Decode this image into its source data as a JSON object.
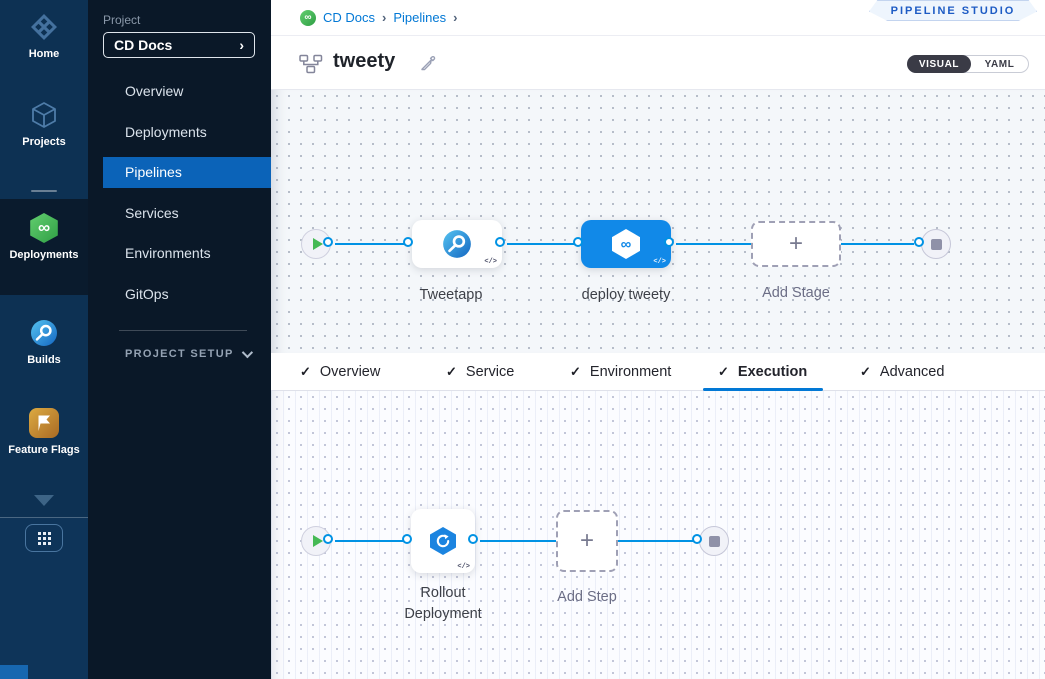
{
  "colors": {
    "accent_blue": "#0278d5",
    "node_blue": "#1189e8",
    "connector_blue": "#0092e4",
    "selected_nav_blue": "#0b63b8",
    "sidebar_navy": "#0d3153",
    "sidebar_dark": "#0a1828",
    "cd_green": "#42ba56",
    "badge_blue": "#1d5bc4"
  },
  "icons": {
    "infinity_glyph": "∞",
    "plus_glyph": "+",
    "code_glyph": "</>",
    "chevron_right_glyph": "›",
    "check_glyph": "✓"
  },
  "global_nav": {
    "items": [
      {
        "label": "Home"
      },
      {
        "label": "Projects"
      },
      {
        "label": "Deployments",
        "active": true
      },
      {
        "label": "Builds"
      },
      {
        "label": "Feature Flags"
      }
    ]
  },
  "project_nav": {
    "section_label": "Project",
    "project_selector": "CD Docs",
    "items": [
      {
        "label": "Overview"
      },
      {
        "label": "Deployments"
      },
      {
        "label": "Pipelines",
        "selected": true
      },
      {
        "label": "Services"
      },
      {
        "label": "Environments"
      },
      {
        "label": "GitOps"
      }
    ],
    "setup_label": "PROJECT SETUP"
  },
  "header": {
    "breadcrumb": {
      "crumbs": [
        "CD Docs",
        "Pipelines"
      ]
    },
    "studio_badge": "PIPELINE STUDIO",
    "pipeline_title": "tweety",
    "view_toggle": {
      "visual": "VISUAL",
      "yaml": "YAML",
      "selected": "VISUAL"
    }
  },
  "stage_canvas": {
    "stages": [
      {
        "label": "Tweetapp",
        "type": "build"
      },
      {
        "label": "deploy tweety",
        "type": "deploy",
        "selected": true
      },
      {
        "label": "Add Stage",
        "type": "add"
      }
    ]
  },
  "tabs": {
    "items": [
      {
        "label": "Overview",
        "complete": true
      },
      {
        "label": "Service",
        "complete": true
      },
      {
        "label": "Environment",
        "complete": true
      },
      {
        "label": "Execution",
        "complete": true,
        "active": true
      },
      {
        "label": "Advanced",
        "complete": true
      }
    ]
  },
  "execution_canvas": {
    "steps": [
      {
        "label": "Rollout Deployment",
        "type": "k8s-rolling"
      },
      {
        "label": "Add Step",
        "type": "add"
      }
    ]
  }
}
